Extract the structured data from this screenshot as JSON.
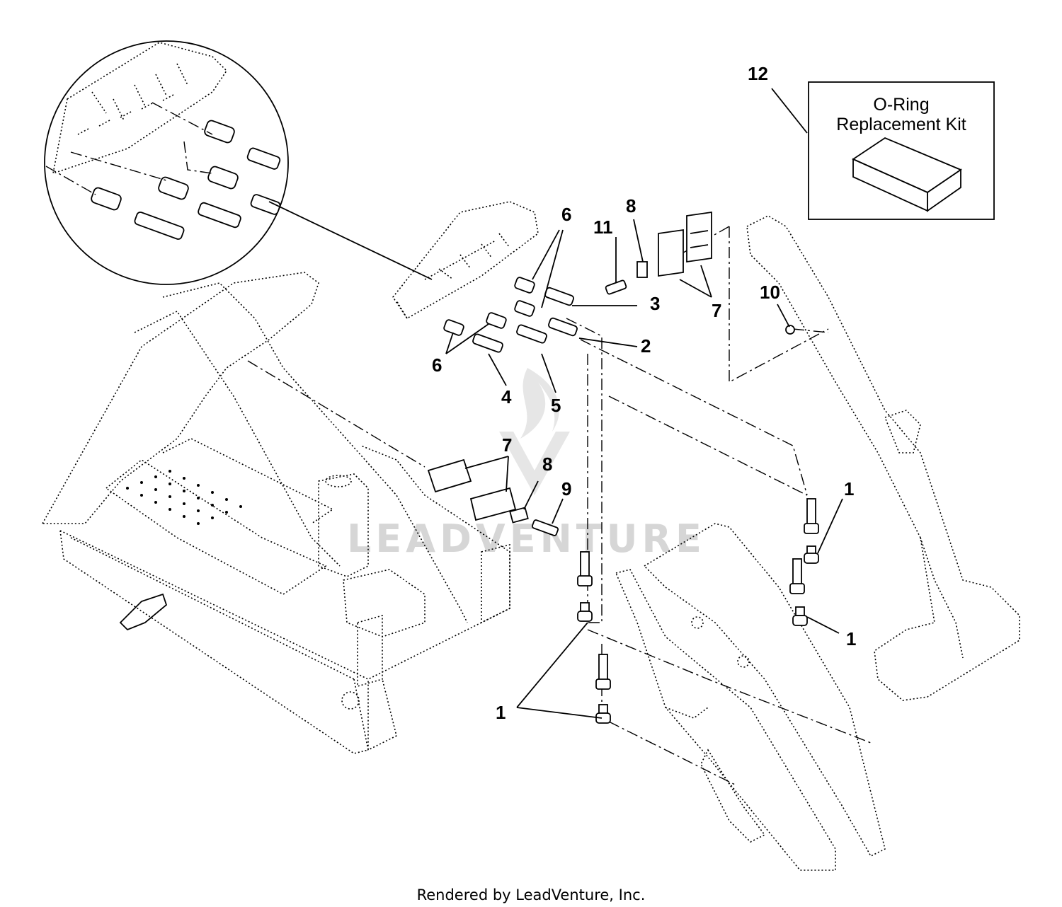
{
  "callouts": {
    "c1a": "1",
    "c1b": "1",
    "c1c": "1",
    "c2": "2",
    "c3": "3",
    "c4": "4",
    "c5": "5",
    "c6a": "6",
    "c6b": "6",
    "c7a": "7",
    "c7b": "7",
    "c8a": "8",
    "c8b": "8",
    "c9": "9",
    "c10": "10",
    "c11": "11",
    "c12": "12"
  },
  "kit": {
    "line1": "O-Ring",
    "line2": "Replacement Kit"
  },
  "watermark": "LEADVENTURE",
  "footer": "Rendered by LeadVenture, Inc."
}
